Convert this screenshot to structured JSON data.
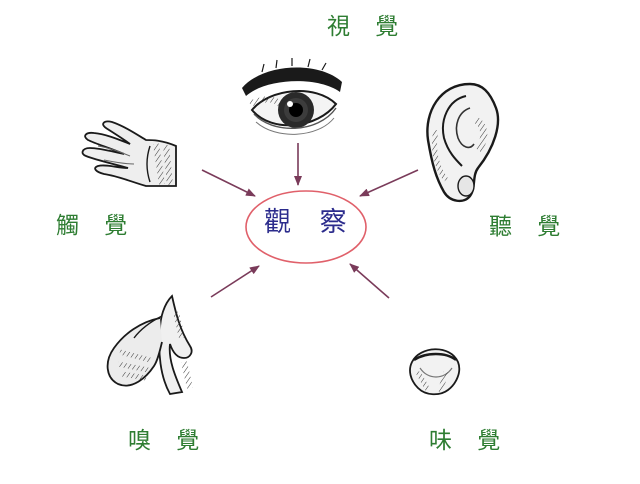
{
  "center": {
    "label": "觀 察",
    "ellipse_color": "#e0606a",
    "text_color": "#2b2b8c"
  },
  "senses": [
    {
      "key": "sight",
      "label": "視 覺",
      "icon": "eye-icon"
    },
    {
      "key": "hearing",
      "label": "聽 覺",
      "icon": "ear-icon"
    },
    {
      "key": "touch",
      "label": "觸 覺",
      "icon": "hand-icon"
    },
    {
      "key": "smell",
      "label": "嗅 覺",
      "icon": "nose-icon"
    },
    {
      "key": "taste",
      "label": "味 覺",
      "icon": "mouth-icon"
    }
  ],
  "colors": {
    "label": "#2e7d32",
    "arrow": "#7a3b5a",
    "ink": "#1a1a1a"
  }
}
